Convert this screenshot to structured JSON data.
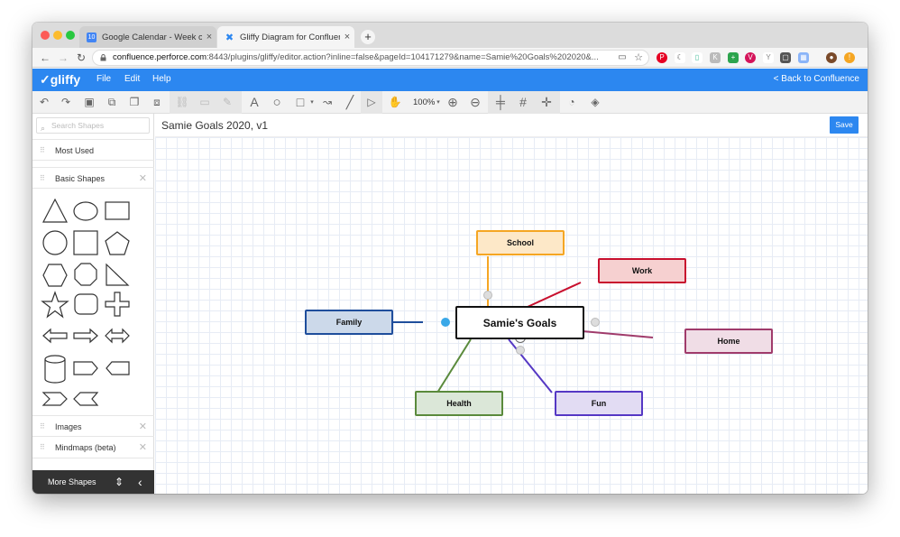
{
  "browser": {
    "tabs": [
      {
        "title": "Google Calendar - Week of Dec",
        "favicon": "calendar-icon",
        "favicon_text": "10",
        "active": false
      },
      {
        "title": "Gliffy Diagram for Confluence",
        "favicon": "confluence-icon",
        "active": true
      }
    ],
    "url_host": "confluence.perforce.com",
    "url_rest": ":8443/plugins/gliffy/editor.action?inline=false&pageId=104171279&name=Samie%20Goals%202020&..."
  },
  "app": {
    "logo": "gliffy",
    "menu": [
      "File",
      "Edit",
      "Help"
    ],
    "back_link": "< Back to Confluence",
    "zoom": "100%"
  },
  "sidebar": {
    "search_placeholder": "Search Shapes",
    "sections": {
      "most_used": "Most Used",
      "basic_shapes": "Basic Shapes",
      "images": "Images",
      "mindmaps": "Mindmaps (beta)"
    },
    "more_shapes": "More Shapes"
  },
  "document": {
    "title": "Samie Goals 2020, v1",
    "save_label": "Save"
  },
  "diagram": {
    "center": "Samie's Goals",
    "nodes": {
      "school": "School",
      "work": "Work",
      "family": "Family",
      "home": "Home",
      "health": "Health",
      "fun": "Fun"
    },
    "colors": {
      "school": "#f5a623",
      "work": "#c8102e",
      "family": "#1f4e9c",
      "home": "#a03b6b",
      "health": "#5a8a3c",
      "fun": "#5538c4"
    }
  }
}
